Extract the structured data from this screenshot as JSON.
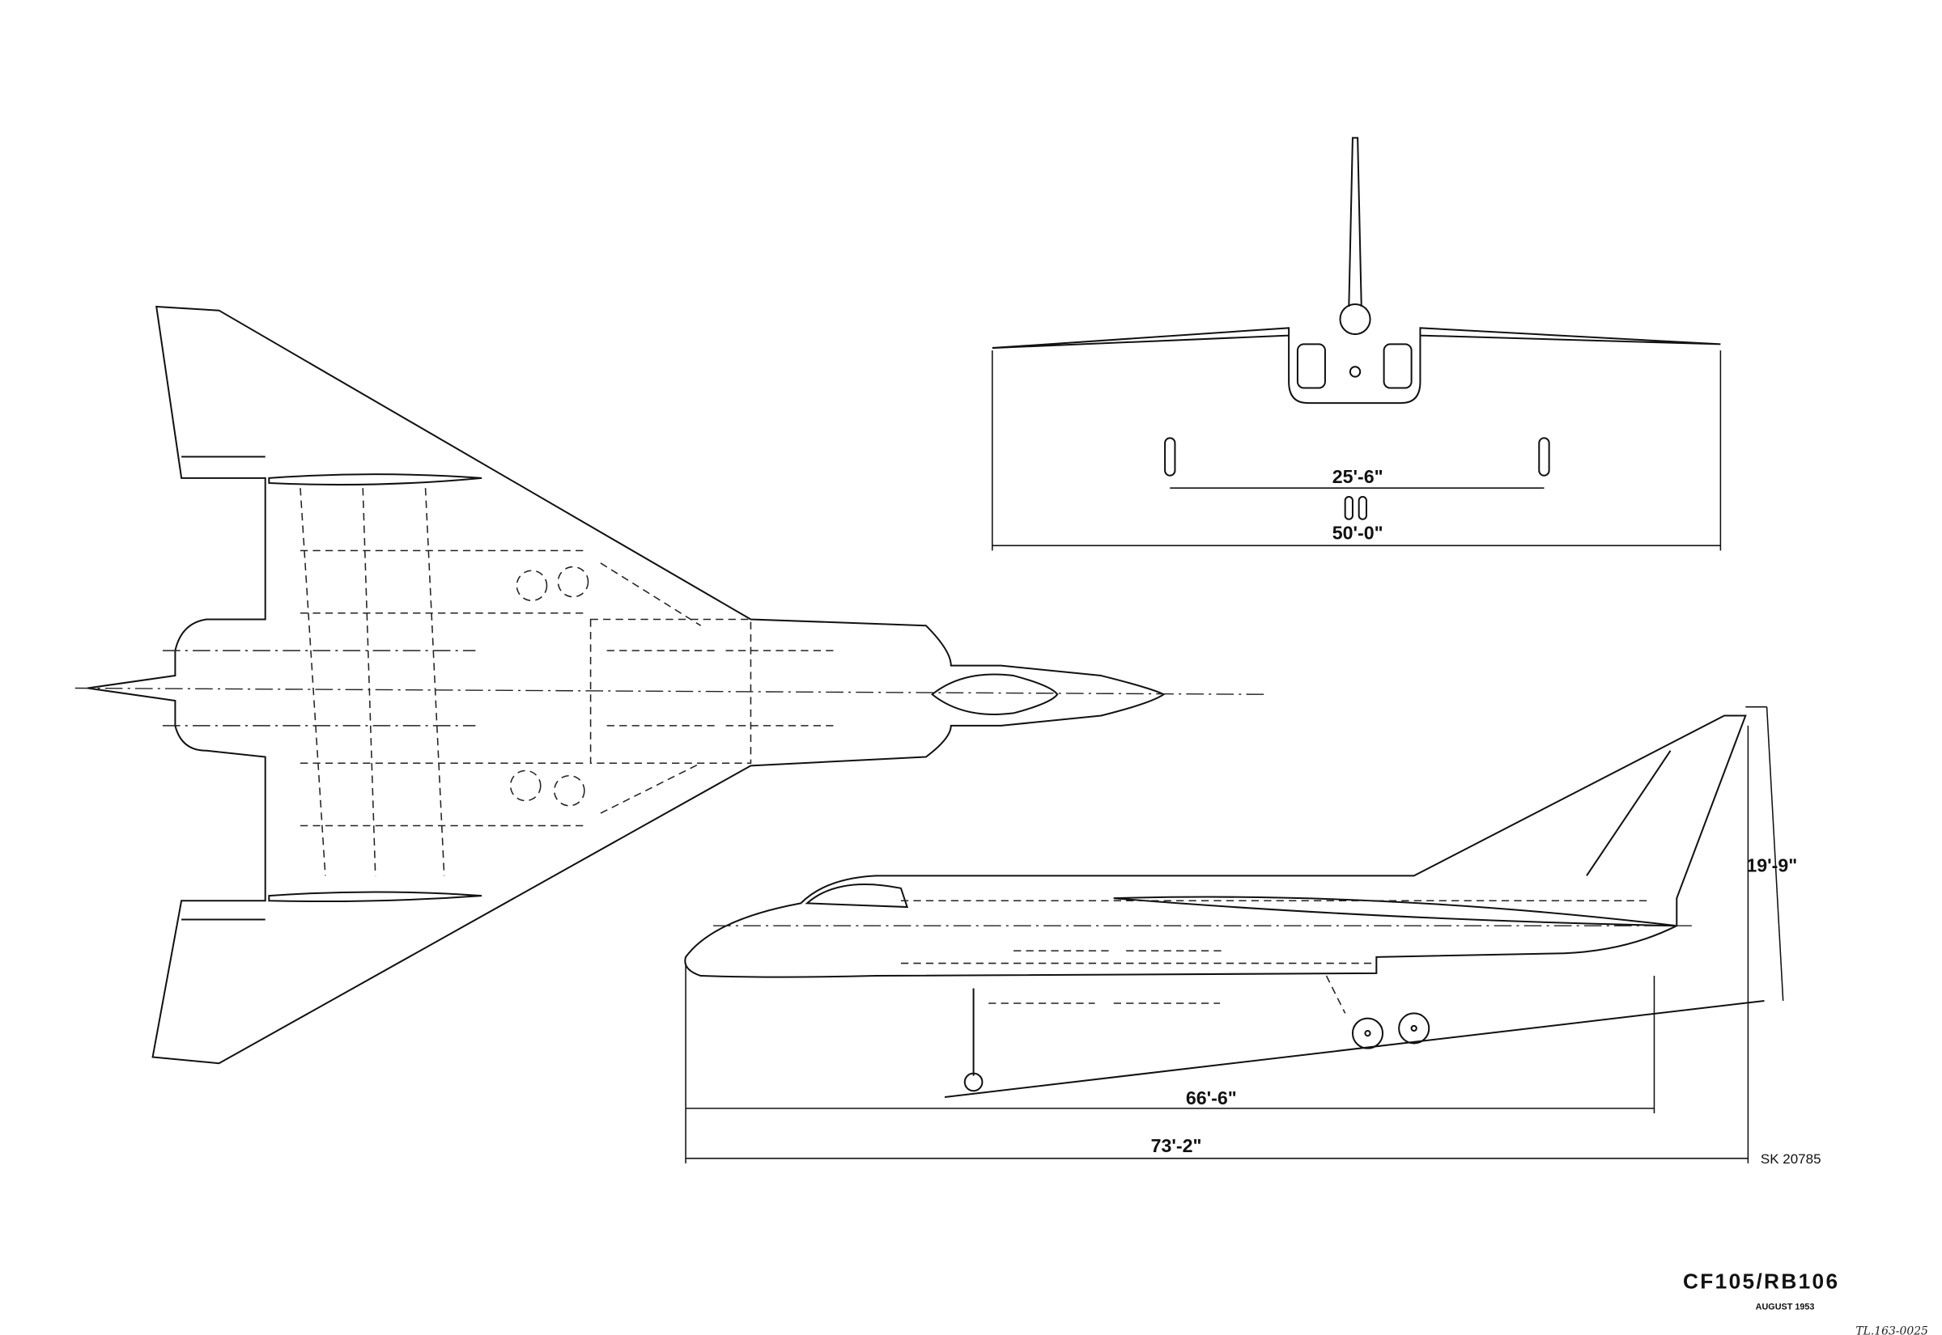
{
  "drawing": {
    "title": "CF105/RB106",
    "date": "AUGUST 1953",
    "sheet_number": "SK 20785",
    "archive_reference": "TL.163-0025"
  },
  "dimensions": {
    "main_gear_track": "25'-6\"",
    "wing_span": "50'-0\"",
    "height": "19'-9\"",
    "length_fuselage": "66'-6\"",
    "length_overall": "73'-2\""
  }
}
